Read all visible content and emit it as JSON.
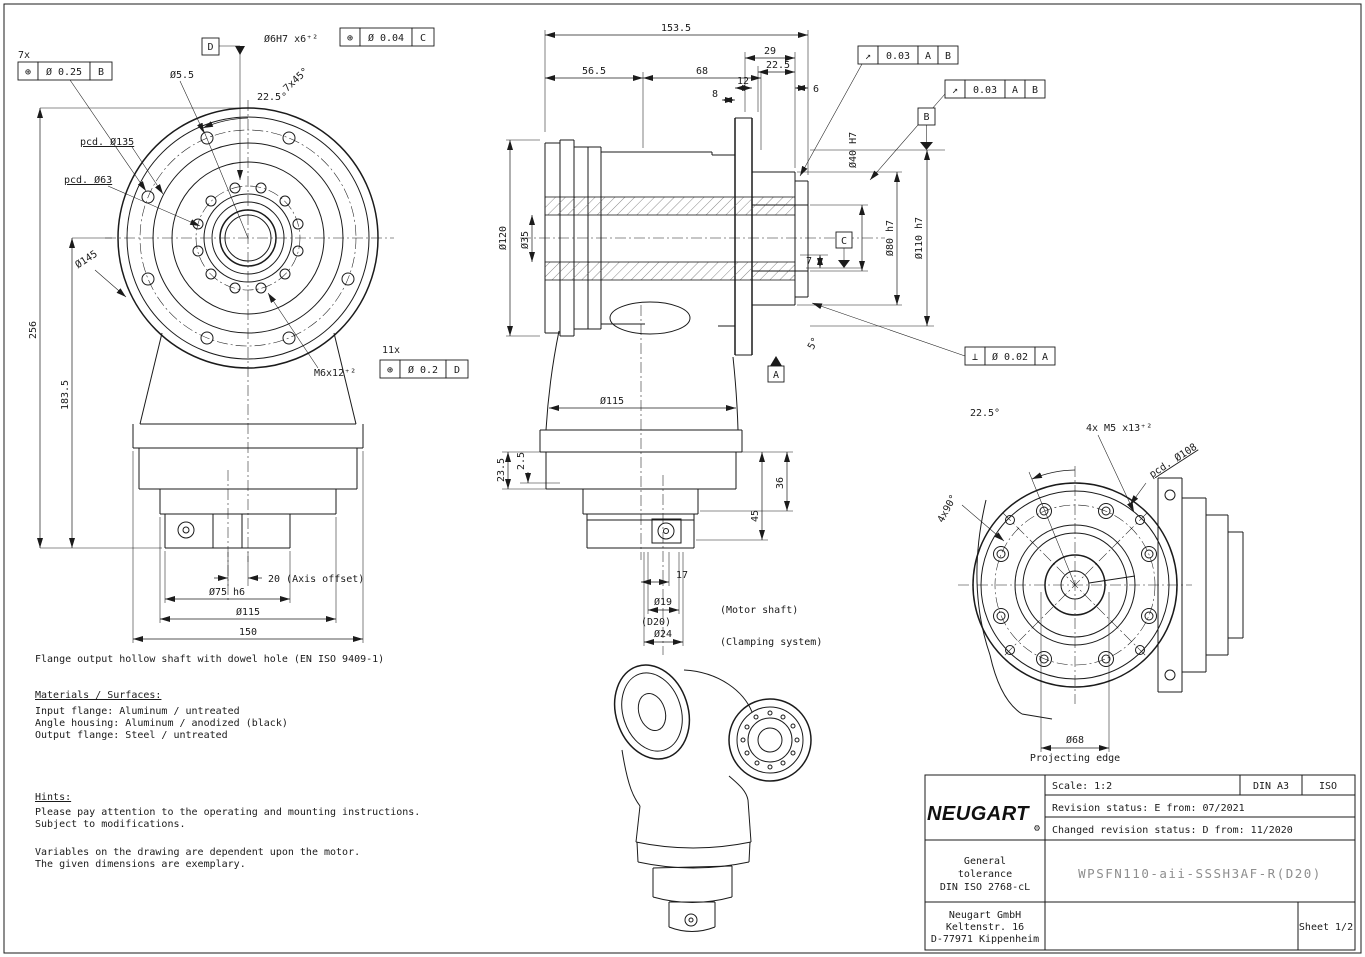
{
  "front": {
    "qty7": "7x",
    "fcf_bolts": {
      "sym": "⊕",
      "tol": "Ø 0.25",
      "datum": "B"
    },
    "dia_bolt_hole": "Ø5.5",
    "datum_d": "D",
    "dowel_callout": "Ø6H7 x6⁺²",
    "fcf_dowel": {
      "sym": "⊕",
      "tol": "Ø 0.04",
      "datum": "C"
    },
    "chamfer": "7x45°",
    "angle_225": "22.5°",
    "pcd_outer": "pcd. Ø135",
    "pcd_inner": "pcd. Ø63",
    "dia_flange": "Ø145",
    "height_total": "256",
    "height_partial": "183.5",
    "qty11": "11x",
    "thread_callout": "M6x12⁺²",
    "fcf_threads": {
      "sym": "⊕",
      "tol": "Ø 0.2",
      "datum": "D"
    },
    "axis_offset": "20 (Axis offset)",
    "dia_spigot": "Ø75 h6",
    "dia_pilot": "Ø115",
    "width_150": "150"
  },
  "side": {
    "len_total": "153.5",
    "len_565": "56.5",
    "len_68": "68",
    "len_29": "29",
    "len_225": "22.5",
    "len_12": "12",
    "len_8": "8",
    "len_6": "6",
    "fcf_runout_top": {
      "sym": "↗",
      "tol": "0.03",
      "datum1": "A",
      "datum2": "B"
    },
    "fcf_runout_side": {
      "sym": "↗",
      "tol": "0.03",
      "datum1": "A",
      "datum2": "B"
    },
    "dia_bore40": "Ø40 H7",
    "datum_b": "B",
    "dia_120": "Ø120",
    "dia_35": "Ø35",
    "dia_80": "Ø80 h7",
    "dia_110": "Ø110 h7",
    "datum_c": "C",
    "len_7": "7",
    "datum_a": "A",
    "angle_5": "5°",
    "fcf_perp": {
      "sym": "⊥",
      "tol": "Ø 0.02",
      "datum": "A"
    },
    "dia_115": "Ø115",
    "len_235": "23.5",
    "len_25": "2.5",
    "len_45": "45",
    "len_36": "36",
    "len_17": "17",
    "dia_19": "Ø19",
    "note_motor_shaft": "(Motor shaft)",
    "note_d20": "(D20)",
    "dia_24": "Ø24",
    "note_clamping": "(Clamping system)"
  },
  "right": {
    "angle_225": "22.5°",
    "thread_callout": "4x M5 x13⁺²",
    "pcd": "pcd. Ø108",
    "pattern": "4x90°",
    "dia_68": "Ø68",
    "note_projecting": "Projecting edge"
  },
  "notes": {
    "flange_note": "Flange output hollow shaft with dowel hole (EN ISO 9409-1)",
    "materials_title": "Materials / Surfaces:",
    "material_1": "Input flange: Aluminum / untreated",
    "material_2": "Angle housing: Aluminum / anodized (black)",
    "material_3": "Output flange: Steel / untreated",
    "hints_title": "Hints:",
    "hint_1": "Please pay attention to the operating and mounting instructions.",
    "hint_2": "Subject to modifications.",
    "hint_3": "Variables on the drawing are dependent upon the motor.",
    "hint_4": "The given dimensions are exemplary."
  },
  "title_block": {
    "logo": "NEUGART",
    "gear_icon": "⚙",
    "scale": "Scale: 1:2",
    "format": "DIN A3",
    "projection": "ISO",
    "revision": "Revision status: E   from: 07/2021",
    "changed_revision": "Changed revision status: D   from: 11/2020",
    "tolerance_1": "General",
    "tolerance_2": "tolerance",
    "tolerance_3": "DIN ISO 2768-cL",
    "part_number": "WPSFN110-aii-SSSH3AF-R(D20)",
    "company_1": "Neugart GmbH",
    "company_2": "Keltenstr. 16",
    "company_3": "D-77971 Kippenheim",
    "sheet": "Sheet 1/2"
  }
}
